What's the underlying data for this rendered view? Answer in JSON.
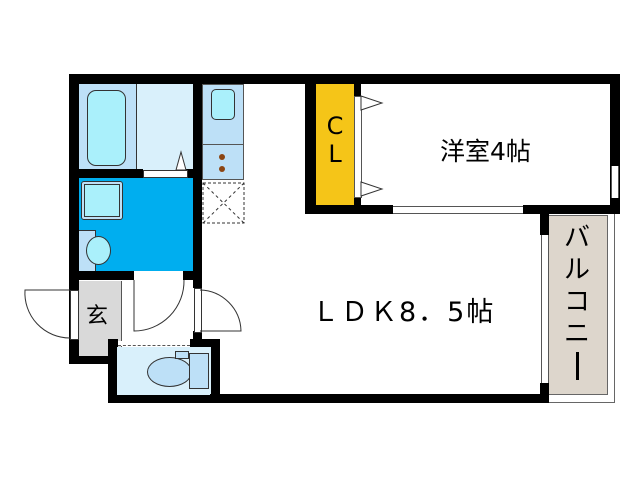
{
  "floorplan": {
    "rooms": {
      "western_room": {
        "label": "洋室4帖"
      },
      "ldk": {
        "label": "ＬＤＫ8．5帖"
      },
      "closet": {
        "label_line1": "C",
        "label_line2": "L"
      },
      "balcony": {
        "label_chars": [
          "バ",
          "ル",
          "コ",
          "ニ",
          "ー"
        ]
      },
      "entrance": {
        "label": "玄"
      }
    },
    "colors": {
      "wall": "#000000",
      "closet": "#f5c518",
      "balcony": "#ddd6cc",
      "washroom": "#00aeef",
      "bath_light": "#d9f0fb",
      "fixture": "#bde0f7",
      "fixture_inner": "#aaf0fb",
      "entrance": "#d9d9d9",
      "stove_knob": "#8b4513"
    }
  }
}
